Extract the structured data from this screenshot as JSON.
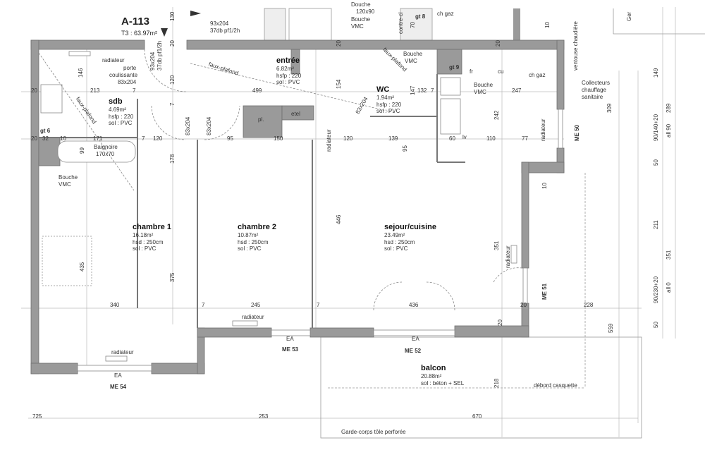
{
  "header": {
    "unit": "A-113",
    "type_area": "T3 : 63.97m²"
  },
  "rooms": [
    {
      "name": "entrée",
      "area": "6.82m²",
      "line2": "hsfp : 220",
      "line3": "sol : PVC"
    },
    {
      "name": "sdb",
      "area": "4.69m²",
      "line2": "hsfp : 220",
      "line3": "sol : PVC"
    },
    {
      "name": "WC",
      "area": "1.94m²",
      "line2": "hsfp : 220",
      "line3": "sol : PVC"
    },
    {
      "name": "chambre 1",
      "area": "16.18m²",
      "line2": "hsd : 250cm",
      "line3": "sol : PVC"
    },
    {
      "name": "chambre 2",
      "area": "10.87m²",
      "line2": "hsd : 250cm",
      "line3": "sol : PVC"
    },
    {
      "name": "sejour/cuisine",
      "area": "23.49m²",
      "line2": "hsd : 250cm",
      "line3": "sol : PVC"
    },
    {
      "name": "balcon",
      "area": "20.88m²",
      "line2": "sol : béton + SEL",
      "line3": ""
    }
  ],
  "annotations": {
    "radiateur": "radiateur",
    "porte": "porte",
    "coulissante": "coulissante",
    "porte_dim": "83x204",
    "door_top": "93x204",
    "door_top2": "37db pf1/2h",
    "door_side": "93x204",
    "door_side2": "37db pf1/2h",
    "faux_plafond": "faux-plafond",
    "baignoire": "Baignoire",
    "baignoire_dim": "170x70",
    "bouche": "Bouche",
    "vmc": "VMC",
    "douche": "Douche",
    "douche_dim": "120x90",
    "gt6": "gt 6",
    "gt8": "gt 8",
    "gt9": "gt 9",
    "ch_gaz": "ch gaz",
    "fr": "fr",
    "cu": "cu",
    "lv": "lv",
    "pl": "pl.",
    "etel": "etel",
    "ventouse": "ventouse chaudière",
    "collecteurs1": "Collecteurs",
    "collecteurs2": "chauffage",
    "collecteurs3": "sanitaire",
    "wc_door": "83x204",
    "ea": "EA",
    "me50": "ME 50",
    "me51": "ME 51",
    "me52": "ME 52",
    "me53": "ME 53",
    "me54": "ME 54",
    "debord": "débord casquette",
    "garde_corps": "Garde-corps tôle perforée",
    "contre_cloison": "contre-cl",
    "ger": "Ger"
  },
  "dimensions": {
    "d130": "130",
    "d20a": "20",
    "d20b": "20",
    "d20c": "20",
    "d10": "10",
    "d146": "146",
    "d213": "213",
    "d7a": "7",
    "d120a": "120",
    "d7b": "7",
    "d499": "499",
    "d154": "154",
    "d132": "132",
    "d147": "147",
    "d7c": "7",
    "d247": "247",
    "d242": "242",
    "d309": "309",
    "d149": "149",
    "d289": "289",
    "d171": "171",
    "d32": "32",
    "d10b": "10",
    "d99": "99",
    "d120b": "120",
    "d83a": "83x204",
    "d83b": "83x204",
    "d95": "95",
    "d150": "150",
    "d120c": "120",
    "d139": "139",
    "d95b": "95",
    "d60": "60",
    "d110": "110",
    "d77": "77",
    "d178": "178",
    "d446": "446",
    "d351": "351",
    "d435": "435",
    "d375": "375",
    "d340": "340",
    "d245": "245",
    "d436": "436",
    "d228": "228",
    "d559": "559",
    "d218": "218",
    "d725": "725",
    "d253": "253",
    "d670": "670",
    "d211": "211",
    "d351b": "351",
    "d50a": "50",
    "d50b": "50",
    "d90a": "90/140+20",
    "d90b": "all 90",
    "d90c": "90/230+20",
    "d90d": "all 0",
    "d10c": "10",
    "d20d": "20",
    "d20e": "20",
    "d20f": "20",
    "d70": "70"
  },
  "colors": {
    "wall": "#9a9a9a",
    "wall_edge": "#6f6f6f",
    "line": "#888888",
    "light": "#cfcfcf"
  }
}
